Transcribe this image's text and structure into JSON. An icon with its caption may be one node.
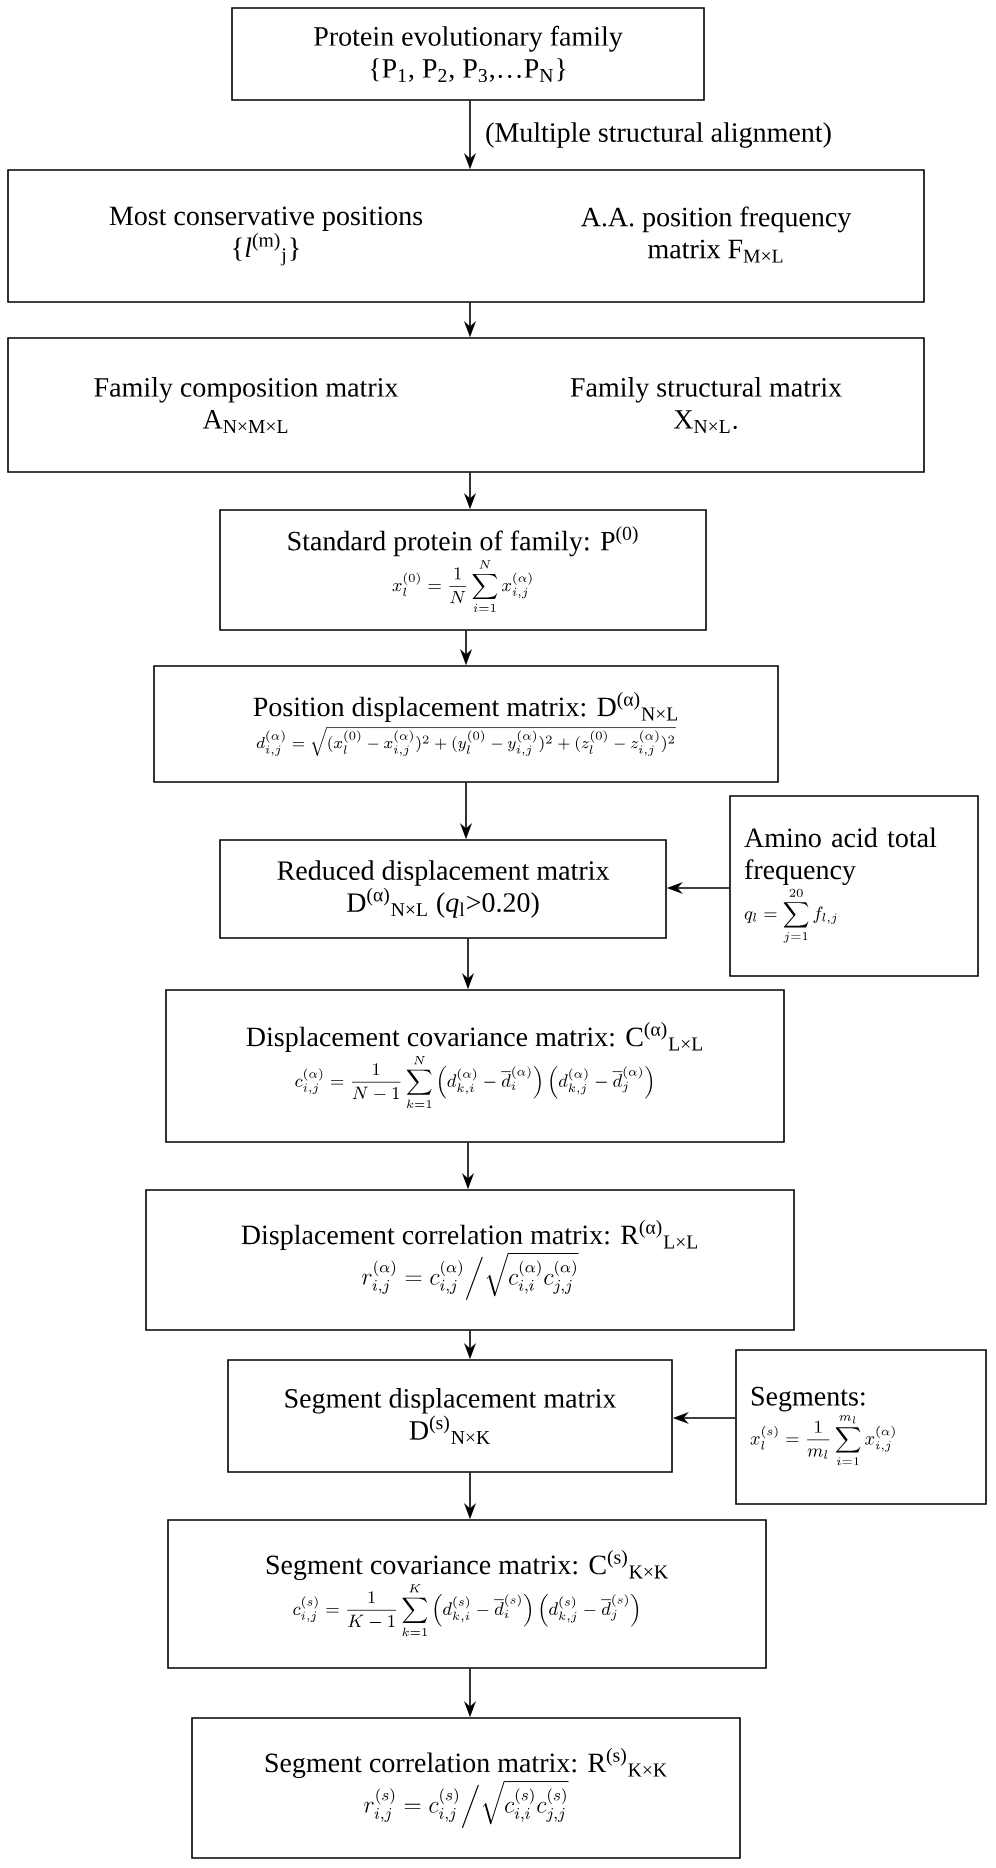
{
  "diagram": {
    "nodes": [
      {
        "text": [
          "Protein evolutionary family",
          "{P$_{1}$, P$_{2}$, P$_{3}$,…P$_{N}$}"
        ]
      },
      {
        "text": [
          "Most conservative positions",
          "{*l*$^{(m)}$$_{j}$}",
          "A.A. position frequency matrix F$_{M×L}$"
        ]
      },
      {
        "text": [
          "Family composition matrix",
          "A$_{N×M×L}$",
          "Family structural matrix",
          "X$_{N×L}$."
        ]
      },
      {
        "text": [
          "Standard protein of family: P$^{(0)}$",
          "x^{(0)}_{l}=\\frac{1}{N}\\sum_{i=1}^{N}x^{(\\alpha)}_{i,j}"
        ]
      },
      {
        "text": [
          "Position displacement matrix: D$^{(α)}$$_{N×L}$",
          "d^{(\\alpha)}_{i,j}=\\sqrt{(x^{(0)}_{l}-x^{(\\alpha)}_{i,j})^2+(y^{(0)}_{l}-y^{(\\alpha)}_{i,j})^2+(z^{(0)}_{l}-z^{(\\alpha)}_{i,j})^2}"
        ]
      },
      {
        "text": [
          "Reduced displacement matrix",
          "D$^{(α)}$$_{N×L}$ (*q*$_{l}$>0.20)"
        ]
      },
      {
        "text": [
          "Amino acid total frequency",
          "q_{l}=\\sum_{j=1}^{20}f_{l,j}"
        ]
      },
      {
        "text": [
          "Displacement covariance matrix: C$^{(α)}$$_{L×L}$",
          "c^{(\\alpha)}_{i,j}=\\frac{1}{N-1}\\sum_{k=1}^{N}\\left(d^{(\\alpha)}_{k,i}-\\overline{d}^{(\\alpha)}_{i}\\right)\\left(d^{(\\alpha)}_{k,j}-\\overline{d}^{(\\alpha)}_{j}\\right)"
        ]
      },
      {
        "text": [
          "Displacement correlation matrix: R$^{(α)}$$_{L×L}$",
          "r^{(\\alpha)}_{i,j}=c^{(\\alpha)}_{i,j}\\Big/\\sqrt{c^{(\\alpha)}_{i,i}c^{(\\alpha)}_{j,j}}"
        ]
      },
      {
        "text": [
          "Segment displacement matrix",
          "D$^{(s)}$$_{N×K}$"
        ]
      },
      {
        "text": [
          "Segments:",
          "x^{(s)}_{l}=\\frac{1}{m_l}\\sum_{i=1}^{m_l}x^{(\\alpha)}_{i,j}"
        ]
      },
      {
        "text": [
          "Segment covariance matrix: C$^{(s)}$$_{K×K}$",
          "c^{(s)}_{i,j}=\\frac{1}{K-1}\\sum_{k=1}^{K}\\left(d^{(s)}_{k,i}-\\overline{d}^{(s)}_{i}\\right)\\left(d^{(s)}_{k,j}-\\overline{d}^{(s)}_{j}\\right)"
        ]
      },
      {
        "text": [
          "Segment correlation matrix: R$^{(s)}$$_{K×K}$",
          "r^{(s)}_{i,j}=c^{(s)}_{i,j}\\Big/\\sqrt{c^{(s)}_{i,i}c^{(s)}_{j,j}}"
        ]
      }
    ],
    "edges": [
      {
        "from": 0,
        "to": 1,
        "arrow": "to",
        "label": "(Multiple structural alignment)"
      },
      {
        "from": 1,
        "to": 2,
        "arrow": "to"
      },
      {
        "from": 2,
        "to": 3,
        "arrow": "to"
      },
      {
        "from": 3,
        "to": 4,
        "arrow": "to"
      },
      {
        "from": 4,
        "to": 5,
        "arrow": "to"
      },
      {
        "from": 6,
        "to": 5,
        "arrow": "to"
      },
      {
        "from": 5,
        "to": 7,
        "arrow": "to"
      },
      {
        "from": 7,
        "to": 8,
        "arrow": "to"
      },
      {
        "from": 8,
        "to": 9,
        "arrow": "to"
      },
      {
        "from": 10,
        "to": 9,
        "arrow": "to"
      },
      {
        "from": 9,
        "to": 11,
        "arrow": "to"
      },
      {
        "from": 11,
        "to": 12,
        "arrow": "to"
      }
    ]
  }
}
